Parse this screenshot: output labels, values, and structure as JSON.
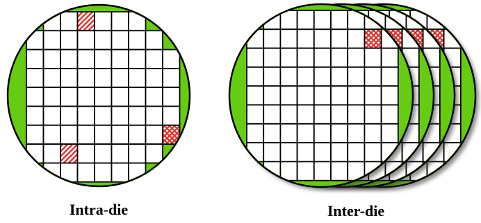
{
  "labels": {
    "intra": "Intra-die",
    "inter": "Inter-die"
  },
  "colors": {
    "wafer_fill": "#66cc11",
    "wafer_edge": "#000000",
    "die_fill": "#ffffff",
    "grid_line": "#000000",
    "defect_red": "#e0302a",
    "shadow": "#333333"
  },
  "grid": {
    "rows": 9,
    "cols": 9
  },
  "intra_die": {
    "defects": [
      {
        "row": 0,
        "col": 3,
        "pattern": "hatch"
      },
      {
        "row": 6,
        "col": 8,
        "pattern": "crosshatch"
      },
      {
        "row": 7,
        "col": 2,
        "pattern": "hatch"
      }
    ]
  },
  "inter_die": {
    "wafer_count": 4,
    "defect": {
      "row": 1,
      "col": 7,
      "pattern": "crosshatch"
    }
  }
}
